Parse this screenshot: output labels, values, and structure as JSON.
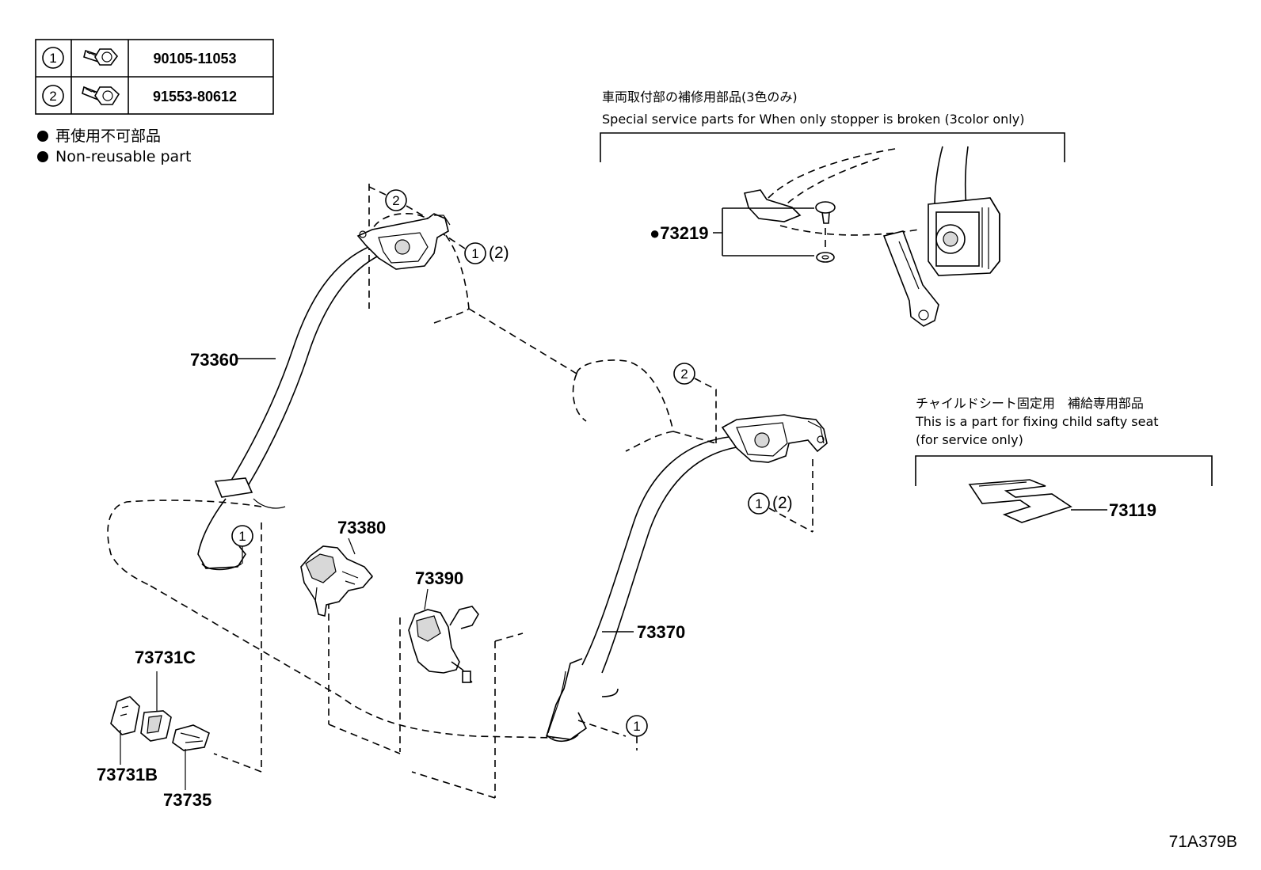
{
  "fastener_table": [
    {
      "ref": "1",
      "part_number": "90105-11053",
      "icon": "bolt-icon"
    },
    {
      "ref": "2",
      "part_number": "91553-80612",
      "icon": "bolt-icon"
    }
  ],
  "legend": {
    "bullet": "●",
    "jp": "再使用不可部品",
    "en": "Non-reusable part"
  },
  "stopper_box": {
    "title_jp": "車両取付部の補修用部品(3色のみ)",
    "title_en": "Special service parts for When only stopper is broken (3color only)",
    "part": "●73219"
  },
  "child_seat_box": {
    "title_jp": "チャイルドシート固定用　補給専用部品",
    "title_en": "This is a part for fixing child safty seat",
    "subtitle_en": "(for service only)",
    "part": "73119"
  },
  "part_labels": {
    "belt_left": "73360",
    "belt_right": "73370",
    "buckle_left": "73380",
    "buckle_center": "73390",
    "cover_c": "73731C",
    "cover_b": "73731B",
    "cover_735": "73735"
  },
  "callouts": {
    "c1": "1",
    "c2": "2",
    "c1_2": "(2)"
  },
  "diagram_code": "71A379B"
}
